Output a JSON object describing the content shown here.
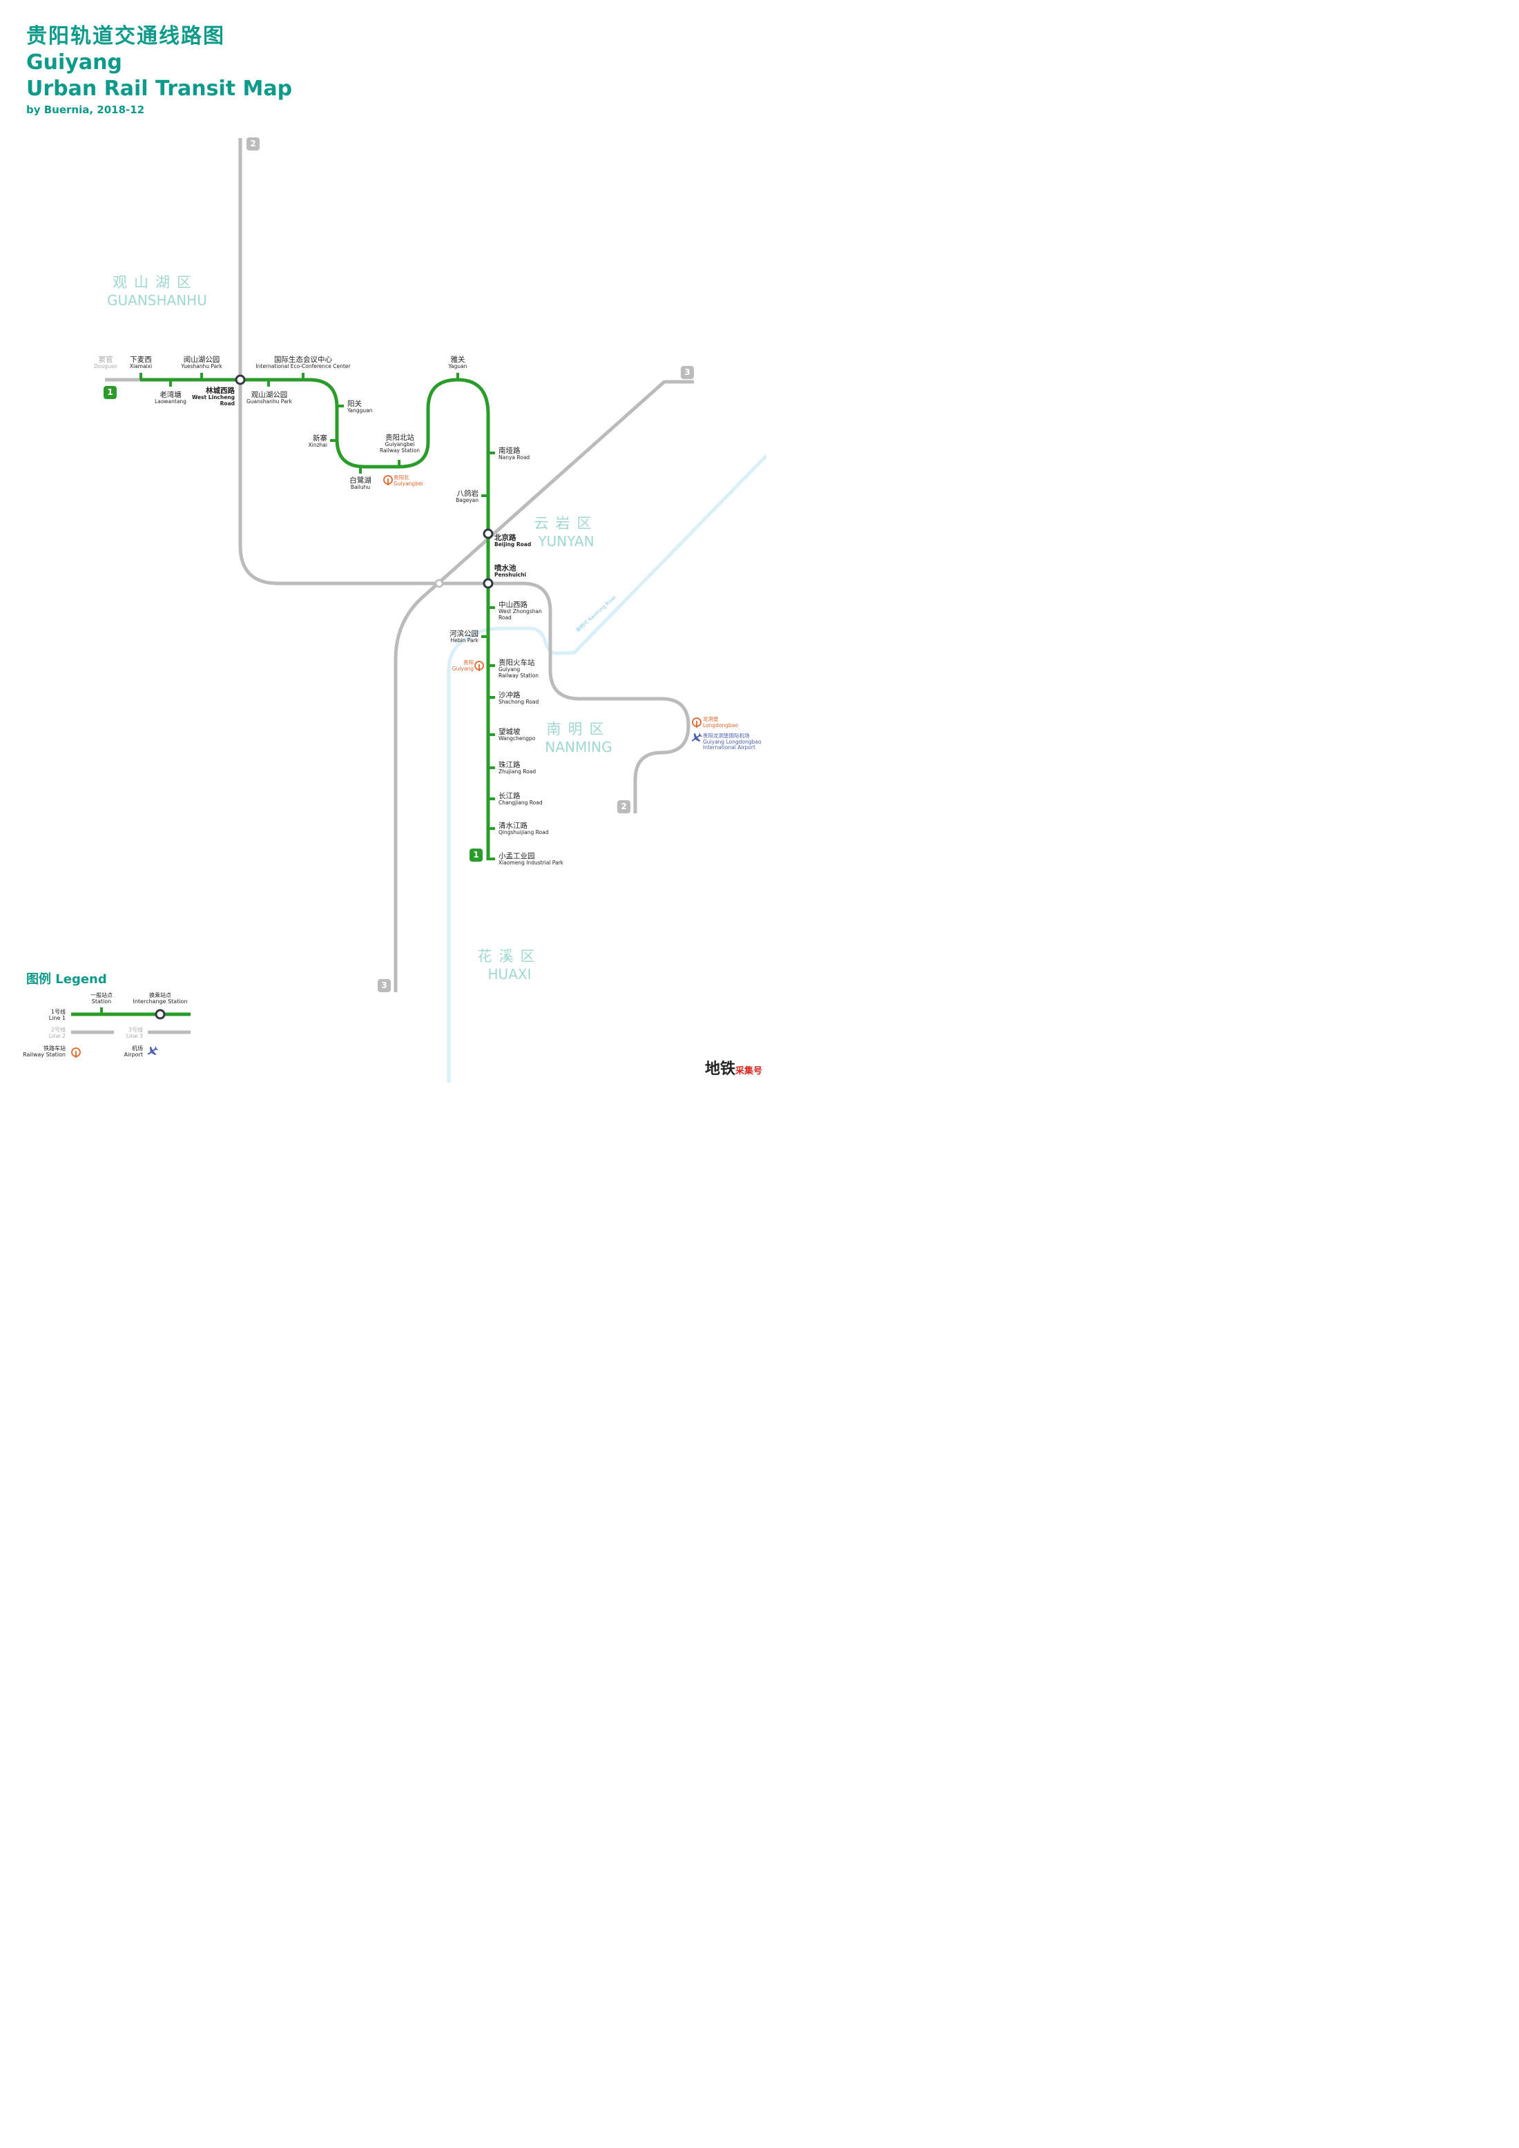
{
  "title": {
    "cn": "贵阳轨道交通线路图",
    "en_line1": "Guiyang",
    "en_line2": "Urban Rail Transit Map",
    "byline": "by Buernia, 2018-12"
  },
  "colors": {
    "line1": "#2a9c2a",
    "line2": "#bbbbbb",
    "line3": "#bbbbbb",
    "river": "#d9effa",
    "district": "#9fd8d0",
    "title": "#0d9a8a",
    "rail": "#e0662a",
    "airport": "#4a5fb0"
  },
  "badges": {
    "line1": "1",
    "line2": "2",
    "line3": "3"
  },
  "districts": {
    "guanshanhu": {
      "cn": "观山湖区",
      "en": "GUANSHANHU"
    },
    "yunyan": {
      "cn": "云岩区",
      "en": "YUNYAN"
    },
    "nanming": {
      "cn": "南明区",
      "en": "NANMING"
    },
    "huaxi": {
      "cn": "花溪区",
      "en": "HUAXI"
    }
  },
  "river": "南明河 Nanming River",
  "stations": {
    "douguan": {
      "cn": "窦官",
      "en": "Douguan"
    },
    "xiamaixi": {
      "cn": "下麦西",
      "en": "Xiamaixi"
    },
    "laowantang": {
      "cn": "老湾塘",
      "en": "Laowantang"
    },
    "yueshanhu": {
      "cn": "阅山湖公园",
      "en": "Yueshanhu Park"
    },
    "linchengxi": {
      "cn": "林城西路",
      "en1": "West Lincheng",
      "en2": "Road"
    },
    "guanshanhu": {
      "cn": "观山湖公园",
      "en": "Guanshanhu Park"
    },
    "eco": {
      "cn": "国际生态会议中心",
      "en": "International Eco-Conference Center"
    },
    "yangguan": {
      "cn": "阳关",
      "en": "Yangguan"
    },
    "xinzhai": {
      "cn": "新寨",
      "en": "Xinzhai"
    },
    "bailuhu": {
      "cn": "白鹭湖",
      "en": "Bailuhu"
    },
    "guiyangbei": {
      "cn": "贵阳北站",
      "en1": "Guiyangbei",
      "en2": "Railway Station"
    },
    "yaguan": {
      "cn": "雅关",
      "en": "Yaguan"
    },
    "nanya": {
      "cn": "南垭路",
      "en": "Nanya Road"
    },
    "bageyan": {
      "cn": "八鸽岩",
      "en": "Bageyan"
    },
    "beijing": {
      "cn": "北京路",
      "en": "Beijing Road"
    },
    "penshuichi": {
      "cn": "喷水池",
      "en": "Penshuichi"
    },
    "zhongshanxi": {
      "cn": "中山西路",
      "en1": "West Zhongshan",
      "en2": "Road"
    },
    "hebin": {
      "cn": "河滨公园",
      "en": "Hebin Park"
    },
    "guiyangstation": {
      "cn": "贵阳火车站",
      "en1": "Guiyang",
      "en2": "Railway Station"
    },
    "shachong": {
      "cn": "沙冲路",
      "en": "Shachong Road"
    },
    "wangchengpo": {
      "cn": "望城坡",
      "en": "Wangchengpo"
    },
    "zhujiang": {
      "cn": "珠江路",
      "en": "Zhujiang Road"
    },
    "changjiang": {
      "cn": "长江路",
      "en": "Changjiang Road"
    },
    "qingshuijiang": {
      "cn": "清水江路",
      "en": "Qingshuijiang Road"
    },
    "xiaomeng": {
      "cn": "小孟工业园",
      "en": "Xiaomeng Industrial Park"
    }
  },
  "rail_stations": {
    "guiyangbei": {
      "cn": "贵阳北",
      "en": "Guiyangbei"
    },
    "guiyang": {
      "cn": "贵阳",
      "en": "Guiyang"
    },
    "longdongbao": {
      "cn": "龙洞堡",
      "en": "Longdongbao"
    }
  },
  "airport": {
    "cn": "贵阳龙洞堡国际机场",
    "en1": "Guiyang Longdongbao",
    "en2": "International Airport"
  },
  "legend": {
    "title": "图例 Legend",
    "station_cn": "一般站点",
    "station_en": "Station",
    "interchange_cn": "换乘站点",
    "interchange_en": "Interchange Station",
    "line1_cn": "1号线",
    "line1_en": "Line 1",
    "line2_cn": "2号线",
    "line2_en": "Line 2",
    "line3_cn": "3号线",
    "line3_en": "Line 3",
    "rail_cn": "铁路车站",
    "rail_en": "Railway Station",
    "airport_cn": "机场",
    "airport_en": "Airport"
  },
  "watermark": {
    "main": "地铁",
    "sub": "采集号"
  }
}
